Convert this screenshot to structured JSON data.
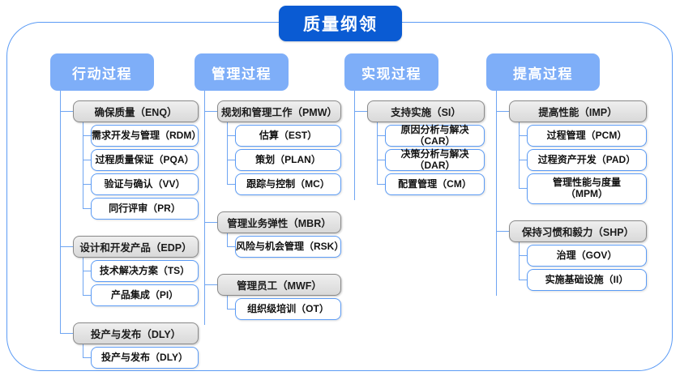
{
  "title": "质量纲领",
  "frame": {
    "accent": "#5B9BF5",
    "header_fill": "#7EAEF8",
    "title_fill": "#0A5BD3",
    "group_fill": "#e4e4e4"
  },
  "columns": [
    {
      "header": "行动过程",
      "groups": [
        {
          "name": "确保质量（ENQ）",
          "children": [
            "需求开发与管理（RDM）",
            "过程质量保证（PQA）",
            "验证与确认（VV）",
            "同行评审（PR）"
          ]
        },
        {
          "name": "设计和开发产品（EDP）",
          "children": [
            "技术解决方案（TS）",
            "产品集成（PI）"
          ]
        },
        {
          "name": "投产与发布（DLY）",
          "children": [
            "投产与发布（DLY）"
          ]
        }
      ]
    },
    {
      "header": "管理过程",
      "groups": [
        {
          "name": "规划和管理工作（PMW）",
          "children": [
            "估算（EST）",
            "策划（PLAN）",
            "跟踪与控制（MC）"
          ]
        },
        {
          "name": "管理业务弹性（MBR）",
          "children": [
            "风险与机会管理（RSK）"
          ]
        },
        {
          "name": "管理员工（MWF）",
          "children": [
            "组织级培训（OT）"
          ]
        }
      ]
    },
    {
      "header": "实现过程",
      "groups": [
        {
          "name": "支持实施（SI）",
          "children": [
            "原因分析与解决（CAR）",
            "决策分析与解决（DAR）",
            "配置管理（CM）"
          ]
        }
      ]
    },
    {
      "header": "提高过程",
      "groups": [
        {
          "name": "提高性能（IMP）",
          "children": [
            "过程管理（PCM）",
            "过程资产开发（PAD）",
            "管理性能与度量\n（MPM）"
          ]
        },
        {
          "name": "保持习惯和毅力（SHP）",
          "children": [
            "治理（GOV）",
            "实施基础设施（II）"
          ]
        }
      ]
    }
  ]
}
